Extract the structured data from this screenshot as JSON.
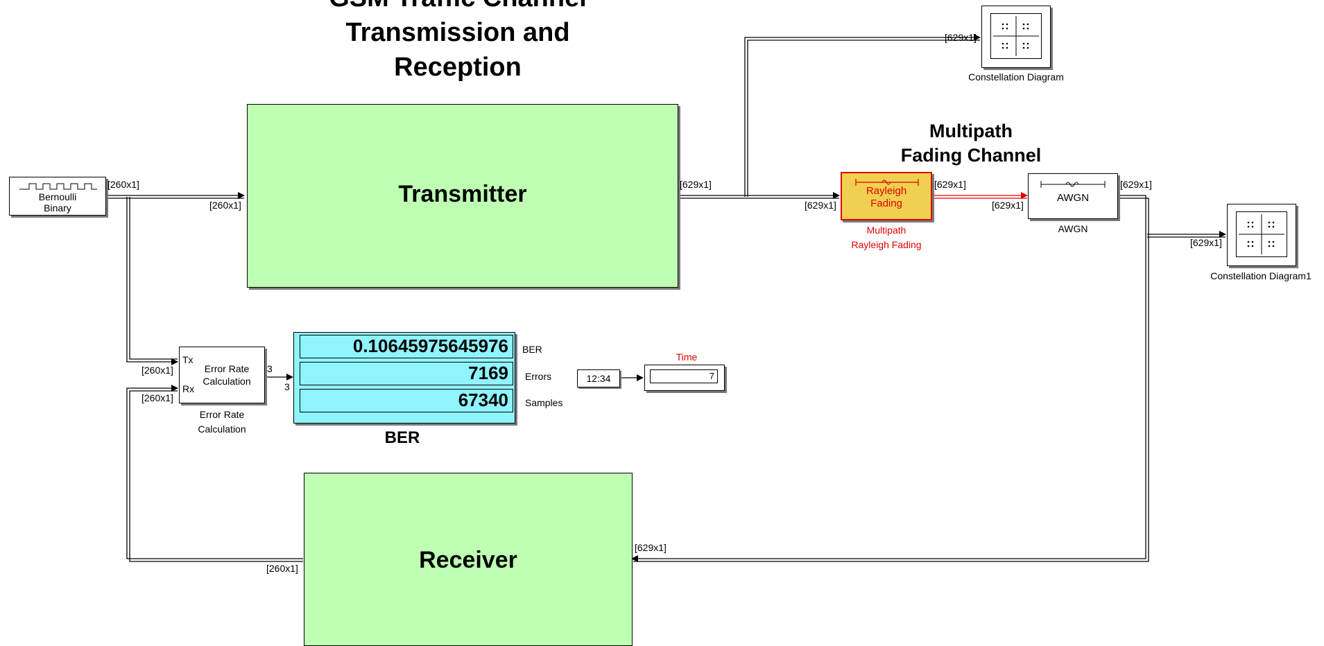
{
  "model": {
    "title_lines": [
      "GSM Traffic Channel",
      "Transmission and",
      "Reception"
    ],
    "channel_title_lines": [
      "Multipath",
      "Fading Channel"
    ]
  },
  "blocks": {
    "bernoulli": {
      "line1": "Bernoulli",
      "line2": "Binary"
    },
    "transmitter": {
      "label": "Transmitter"
    },
    "receiver": {
      "label": "Receiver"
    },
    "rayleigh": {
      "line1": "Rayleigh",
      "line2": "Fading",
      "caption1": "Multipath",
      "caption2": "Rayleigh Fading"
    },
    "awgn": {
      "label": "AWGN",
      "caption": "AWGN"
    },
    "const1": {
      "caption": "Constellation Diagram"
    },
    "const2": {
      "caption": "Constellation Diagram1"
    },
    "error_rate": {
      "port_tx": "Tx",
      "port_rx": "Rx",
      "line1": "Error Rate",
      "line2": "Calculation",
      "caption1": "Error Rate",
      "caption2": "Calculation",
      "out_dim": "3"
    },
    "ber_display": {
      "values": [
        "0.10645975645976",
        "7169",
        "67340"
      ],
      "row_labels": [
        "BER",
        "Errors",
        "Samples"
      ],
      "caption": "BER",
      "in_dim": "3"
    },
    "clock": {
      "label": "12:34"
    },
    "time_display": {
      "caption": "Time",
      "value": "7"
    }
  },
  "signals": {
    "d260": "[260x1]",
    "d629": "[629x1]"
  },
  "colors": {
    "subsystem_fill": "#bfffb4",
    "display_fill": "#8ff4ff",
    "highlight_fill": "#f0d050",
    "highlight_border": "#e00000",
    "highlight_signal": "#e00000"
  }
}
